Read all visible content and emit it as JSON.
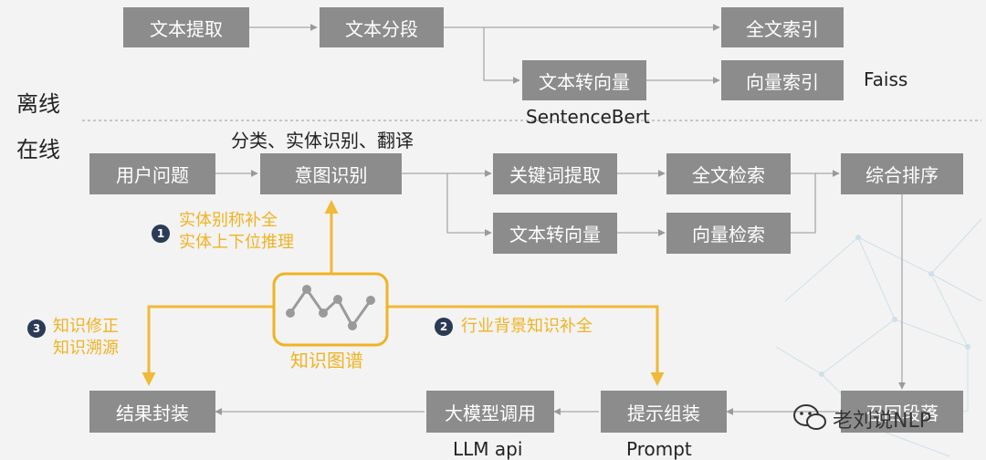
{
  "sections": {
    "offline": "离线",
    "online": "在线"
  },
  "offline": {
    "text_extract": "文本提取",
    "text_segment": "文本分段",
    "fulltext_index": "全文索引",
    "text_to_vector": "文本转向量",
    "vector_index": "向量索引",
    "faiss": "Faiss",
    "sentencebert": "SentenceBert"
  },
  "online": {
    "intent_note": "分类、实体识别、翻译",
    "user_question": "用户问题",
    "intent_recognition": "意图识别",
    "keyword_extract": "关键词提取",
    "fulltext_search": "全文检索",
    "rank": "综合排序",
    "text_to_vector": "文本转向量",
    "vector_search": "向量检索",
    "result_package": "结果封装",
    "llm_call": "大模型调用",
    "prompt_assemble": "提示组装",
    "recall_passages": "召回段落",
    "llm_api": "LLM api",
    "prompt": "Prompt"
  },
  "knowledge": {
    "graph": "知识图谱",
    "n1": "1",
    "n1_line1": "实体别称补全",
    "n1_line2": "实体上下位推理",
    "n2": "2",
    "n2_text": "行业背景知识补全",
    "n3": "3",
    "n3_line1": "知识修正",
    "n3_line2": "知识溯源"
  },
  "watermark": "老刘说NLP",
  "colors": {
    "box": "#8c8c8c",
    "accent": "#f0b323",
    "badge": "#2b3a55"
  }
}
